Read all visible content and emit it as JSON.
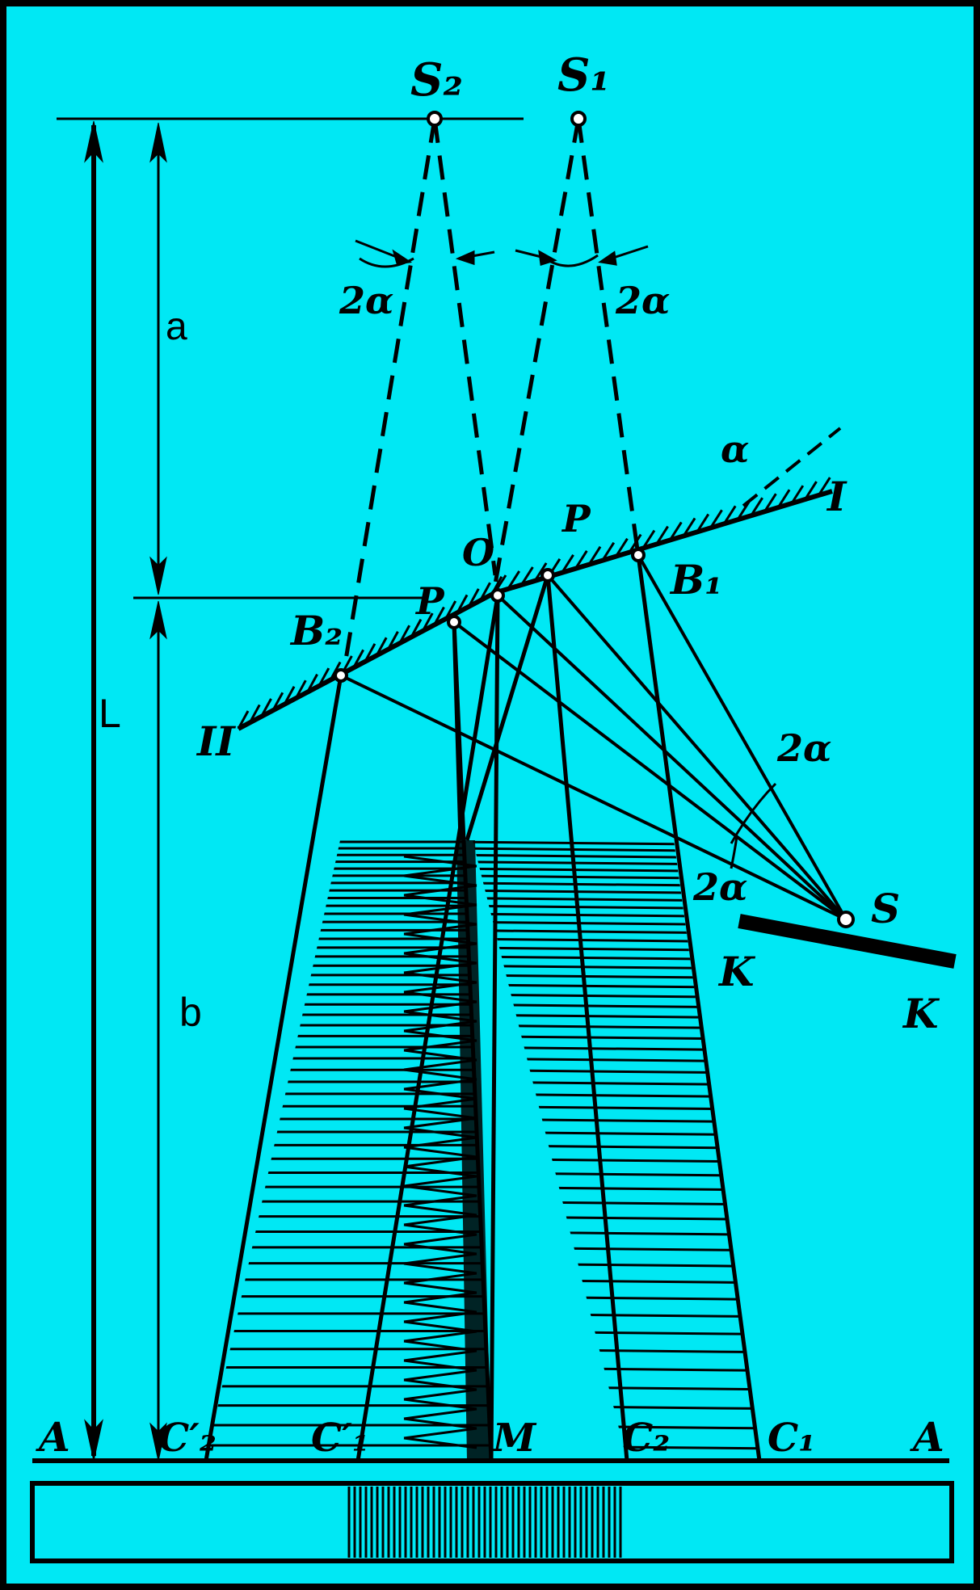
{
  "diagram": {
    "background_color": "#00e8f4",
    "border_color": "#000000",
    "ink_color": "#000000",
    "screen_color": "#ffffff",
    "labels": {
      "S2": "S₂",
      "S1": "S₁",
      "two_alpha_left": "2α",
      "two_alpha_right": "2α",
      "a": "a",
      "alpha": "α",
      "I": "I",
      "P_left": "P",
      "O": "O",
      "P_right": "P",
      "B1": "B₁",
      "B2": "B₂",
      "II": "II",
      "L": "L",
      "two_alpha_mid_upper": "2α",
      "two_alpha_mid_lower": "2α",
      "S": "S",
      "K_left": "K",
      "K_right": "K",
      "b": "b",
      "A_left": "A",
      "C2_prime": "C′₂",
      "C1_prime": "C′₁",
      "M": "M",
      "C2": "C₂",
      "C1": "C₁",
      "A_right": "A"
    }
  }
}
